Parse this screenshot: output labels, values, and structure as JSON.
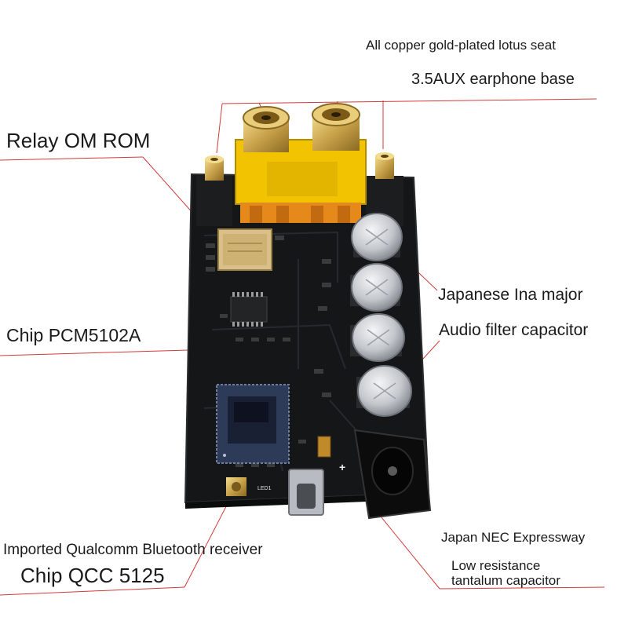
{
  "labels": {
    "copper_seat": "All copper gold-plated lotus seat",
    "aux_base": "3.5AUX earphone base",
    "relay": "Relay OM ROM",
    "chip_pcm": "Chip PCM5102A",
    "ina_major": "Japanese Ina major",
    "filter_cap": "Audio filter capacitor",
    "nec": "Japan NEC Expressway",
    "qualcomm": "Imported Qualcomm Bluetooth receiver",
    "low_resistance": "Low resistance",
    "tantalum": "tantalum capacitor",
    "qcc": "Chip QCC 5125"
  },
  "board_markings": {
    "led": "LED1",
    "plus": "+"
  },
  "colors": {
    "background": "#ffffff",
    "pcb": "#151617",
    "rca_housing": "#f2c300",
    "gold": "#c9a24a",
    "leader_line": "#d23a3a",
    "capacitor": "#c9ccd1"
  }
}
